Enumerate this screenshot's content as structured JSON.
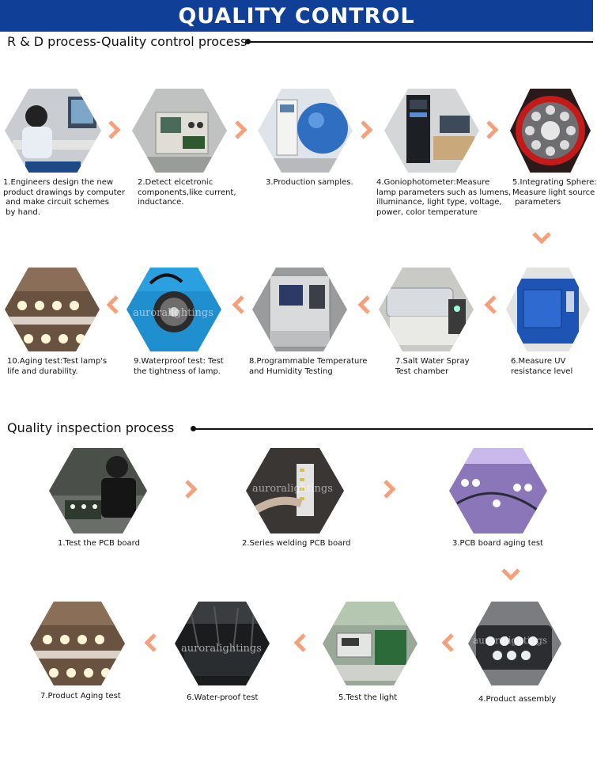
{
  "banner": {
    "title": "QUALITY CONTROL",
    "color": "#0f3f96"
  },
  "arrow_color": "#f5a07a",
  "rd": {
    "heading": "R & D process-Quality control process",
    "steps": [
      {
        "caption": "1.Engineers design the new\nproduct drawings by computer\n and make circuit schemes\n by hand.",
        "icon": "engineer-computer-photo"
      },
      {
        "caption": "2.Detect elcetronic\ncomponents,like current,\ninductance.",
        "icon": "oscilloscope-photo"
      },
      {
        "caption": "3.Production samples.",
        "icon": "production-samples-photo"
      },
      {
        "caption": "4.Goniophotometer:Measure\nlamp parameters such as lumens,\nilluminance, light type, voltage,\npower, color temperature",
        "icon": "goniophotometer-photo"
      },
      {
        "caption": "5.Integrating Sphere:\nMeasure light source\n parameters",
        "icon": "integrating-sphere-photo"
      },
      {
        "caption": "6.Measure UV\nresistance level",
        "icon": "uv-chamber-photo"
      },
      {
        "caption": "7.Salt Water Spray\nTest chamber",
        "icon": "salt-spray-chamber-photo"
      },
      {
        "caption": "8.Programmable Temperature\nand Humidity Testing",
        "icon": "humidity-chamber-photo"
      },
      {
        "caption": "9.Waterproof test: Test\nthe tightness of lamp.",
        "icon": "waterproof-test-photo"
      },
      {
        "caption": "10.Aging test:Test lamp's\nlife and durability.",
        "icon": "aging-test-photo"
      }
    ]
  },
  "qi": {
    "heading": "Quality inspection process",
    "steps": [
      {
        "caption": "1.Test the PCB board",
        "icon": "pcb-test-photo"
      },
      {
        "caption": "2.Series welding PCB board",
        "icon": "pcb-welding-photo"
      },
      {
        "caption": "3.PCB board aging test",
        "icon": "pcb-aging-photo"
      },
      {
        "caption": "4.Product assembly",
        "icon": "product-assembly-photo"
      },
      {
        "caption": "5.Test the light",
        "icon": "light-test-photo"
      },
      {
        "caption": "6.Water-proof test",
        "icon": "waterproof-tank-photo"
      },
      {
        "caption": "7.Product Aging test",
        "icon": "product-aging-photo"
      }
    ]
  },
  "watermark": "auroralightings"
}
